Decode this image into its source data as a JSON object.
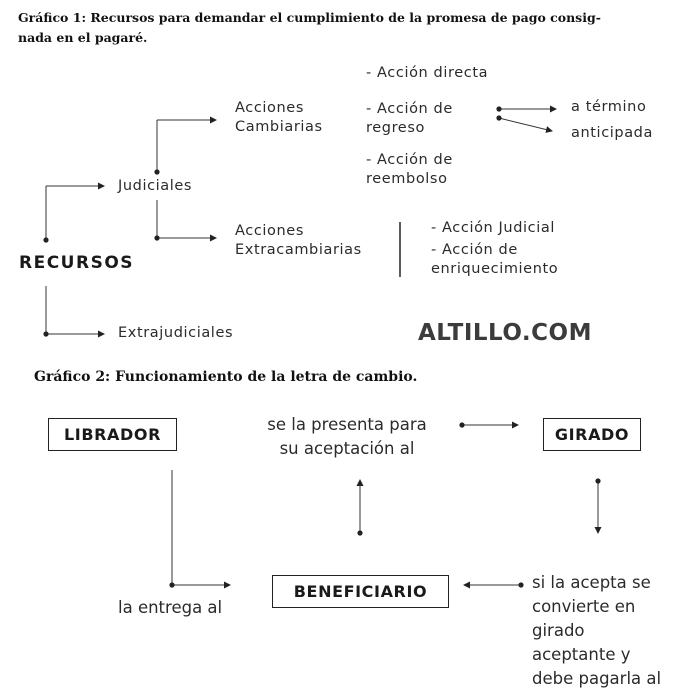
{
  "grafico1": {
    "caption_line1": "Gráfico 1: Recursos para demandar el cumplimiento de la promesa de pago consig-",
    "caption_line2": "nada en el pagaré.",
    "recursos": "RECURSOS",
    "judiciales": "Judiciales",
    "extrajudiciales": "Extrajudiciales",
    "acciones_cambiarias": "Acciones\nCambiarias",
    "acciones_extracambiarias": "Acciones\nExtracambiarias",
    "accion_directa": "- Acción directa",
    "accion_regreso": "- Acción de\nregreso",
    "accion_reembolso": "- Acción de\nreembolso",
    "a_termino": "a término",
    "anticipada": "anticipada",
    "accion_judicial": "- Acción Judicial",
    "accion_enriquecimiento": "- Acción de\nenriquecimiento"
  },
  "watermark": "ALTILLO.COM",
  "grafico2": {
    "caption": "Gráfico 2: Funcionamiento de la letra de cambio.",
    "librador": "LIBRADOR",
    "girado": "GIRADO",
    "beneficiario": "BENEFICIARIO",
    "presenta": "se la presenta para\nsu aceptación al",
    "entrega": "la entrega al",
    "acepta": "si la acepta se\nconvierte en\ngirado\naceptante y\ndebe pagarla al"
  }
}
